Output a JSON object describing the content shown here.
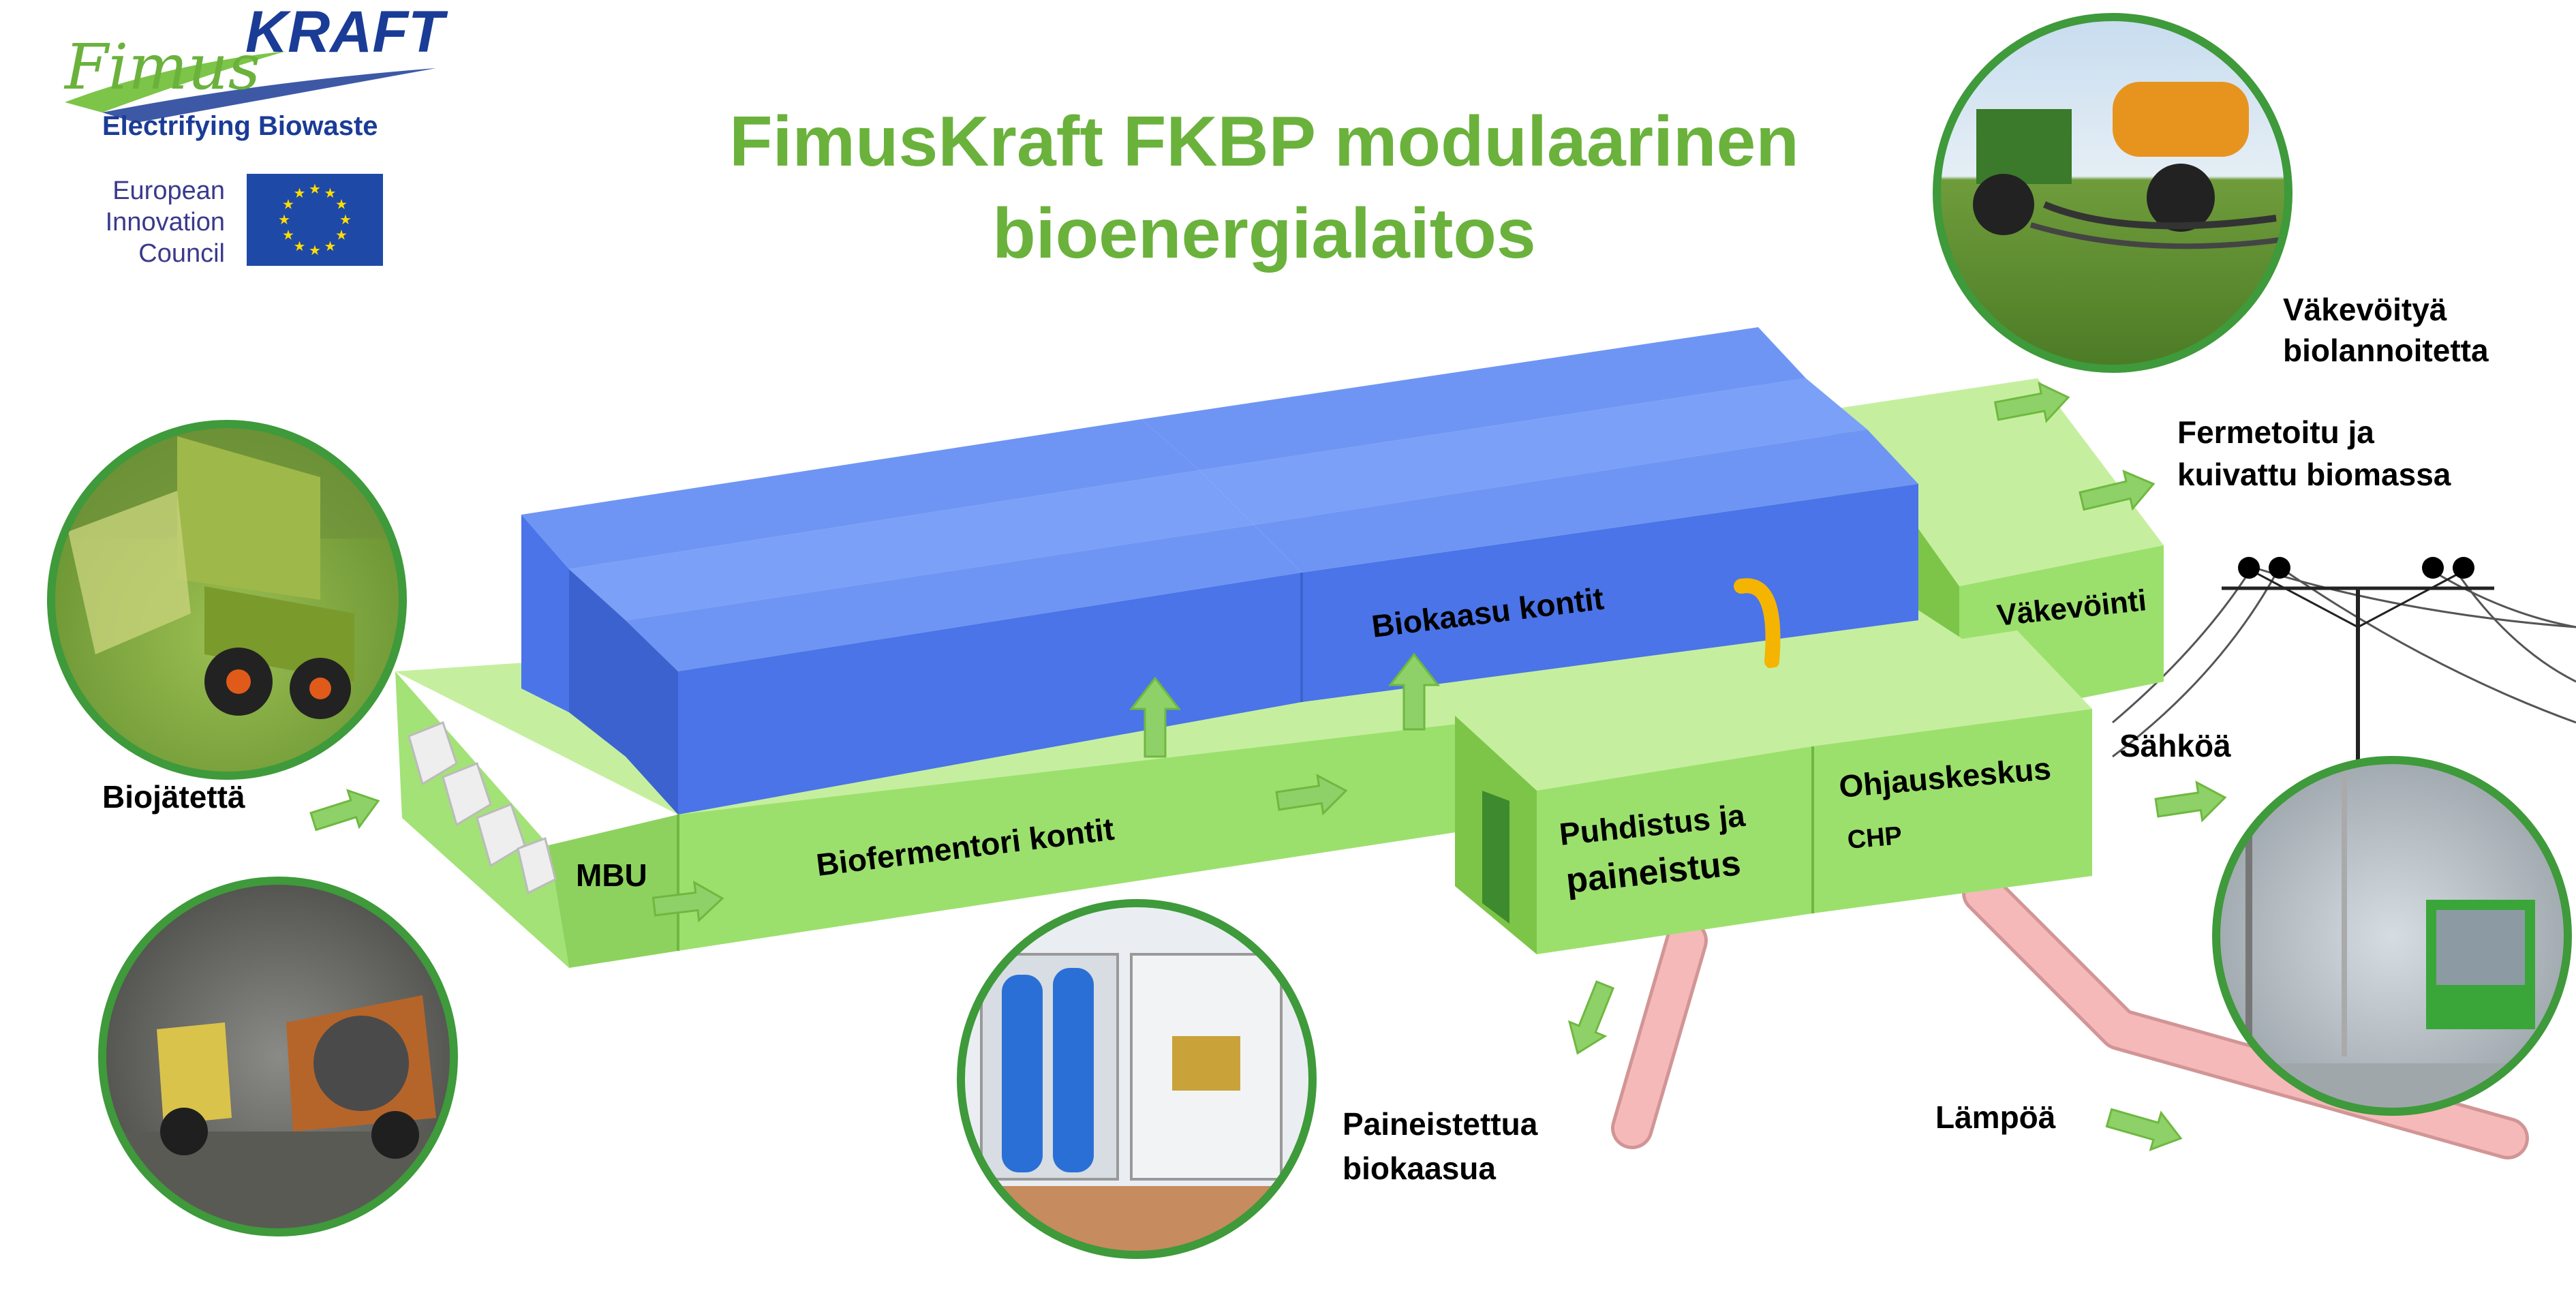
{
  "brand": {
    "name_script": "Fimus",
    "name_bold": "KRAFT",
    "tagline": "Electrifying Biowaste",
    "eic_line1": "European",
    "eic_line2": "Innovation",
    "eic_line3": "Council"
  },
  "title": {
    "line1": "FimusKraft FKBP modulaarinen",
    "line2": "bioenergialaitos"
  },
  "modules": {
    "mbu": "MBU",
    "biofermentor": "Biofermentori kontit",
    "biogas": "Biokaasu kontit",
    "purification_line1": "Puhdistus ja",
    "purification_line2": "paineistus",
    "control_line1": "Ohjauskeskus",
    "control_line2": "CHP",
    "concentration": "Väkevöinti"
  },
  "flows": {
    "input": "Biojätettä",
    "fertilizer_line1": "Väkevöityä",
    "fertilizer_line2": "biolannoitetta",
    "biomass_line1": "Fermetoitu ja",
    "biomass_line2": "kuivattu biomassa",
    "electricity": "Sähköä",
    "gas_line1": "Paineistettua",
    "gas_line2": "biokaasua",
    "heat": "Lämpöä"
  },
  "colors": {
    "title_green": "#6ab23c",
    "module_green": "#9be06c",
    "module_green_light": "#c5ef9f",
    "module_green_dark": "#7cc548",
    "container_blue_top": "#6f95f4",
    "container_blue_front": "#4a74e8",
    "container_blue_side": "#3c62d0",
    "arrow_green": "#8ed168",
    "pipe_pink": "#f6b9b9",
    "orange": "#f5b400",
    "brand_blue": "#1b3c96",
    "eu_blue": "#1f49a6",
    "eu_star": "#ffdd00",
    "photo_ring": "#3e9a3a"
  },
  "icons": {
    "eu_flag": "eu-flag-icon",
    "power_pole": "power-pole-icon"
  }
}
